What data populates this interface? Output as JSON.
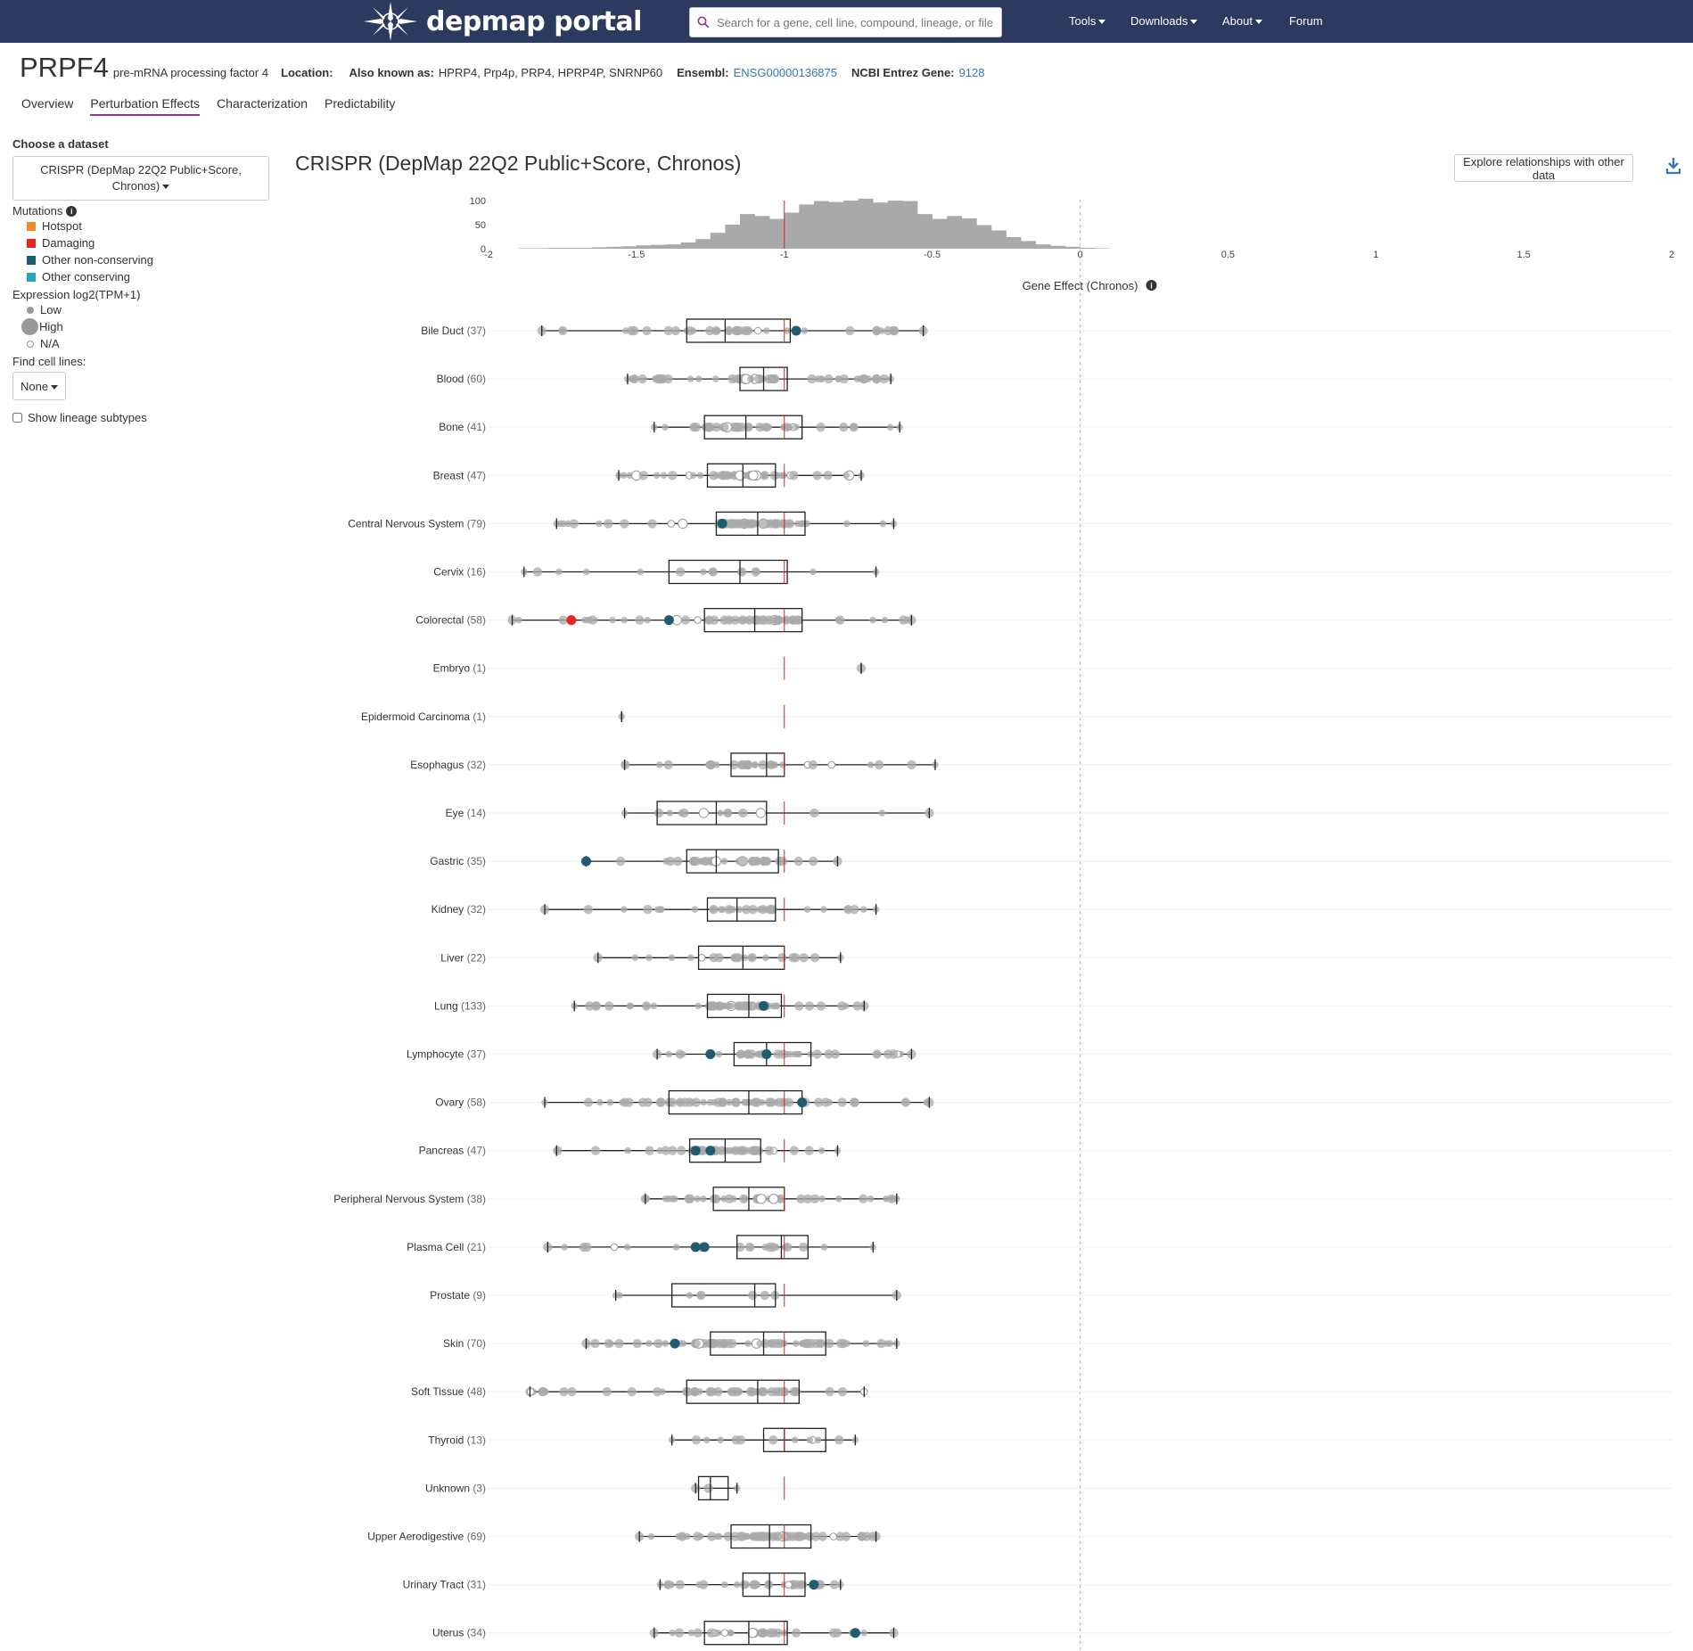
{
  "nav": {
    "brand": "depmap portal",
    "search_placeholder": "Search for a gene, cell line, compound, lineage, or file",
    "links": [
      "Tools",
      "Downloads",
      "About",
      "Forum"
    ]
  },
  "gene": {
    "symbol": "PRPF4",
    "full_name": "pre-mRNA processing factor 4",
    "location_label": "Location:",
    "aka_label": "Also known as:",
    "aka": "HPRP4, Prp4p, PRP4, HPRP4P, SNRNP60",
    "ensembl_label": "Ensembl:",
    "ensembl": "ENSG00000136875",
    "entrez_label": "NCBI Entrez Gene:",
    "entrez": "9128"
  },
  "tabs": [
    "Overview",
    "Perturbation Effects",
    "Characterization",
    "Predictability"
  ],
  "sidebar": {
    "choose_dataset": "Choose a dataset",
    "dataset": "CRISPR (DepMap 22Q2 Public+Score, Chronos)",
    "mutations_label": "Mutations",
    "mutations": [
      {
        "label": "Hotspot",
        "color": "#f08a24"
      },
      {
        "label": "Damaging",
        "color": "#e8251e"
      },
      {
        "label": "Other non-conserving",
        "color": "#1f5c70"
      },
      {
        "label": "Other conserving",
        "color": "#29a7b8"
      }
    ],
    "expression_label": "Expression log2(TPM+1)",
    "expression": [
      "Low",
      "High",
      "N/A"
    ],
    "find_cell_lines": "Find cell lines:",
    "find_value": "None",
    "show_subtypes": "Show lineage subtypes"
  },
  "main": {
    "title": "CRISPR (DepMap 22Q2 Public+Score, Chronos)",
    "explore_button": "Explore relationships with other data"
  },
  "chart_data": {
    "type": "box",
    "xlabel": "Gene Effect (Chronos)",
    "xlim": [
      -2,
      2
    ],
    "xticks": [
      "-2",
      "-1.5",
      "-1",
      "-0.5",
      "0",
      "0.5",
      "1",
      "1.5",
      "2"
    ],
    "reference_line": -1,
    "histogram": {
      "yticks": [
        "0",
        "50",
        "100"
      ],
      "bin_width": 0.05,
      "bin_start": -1.9,
      "counts": [
        1,
        1,
        2,
        2,
        2,
        3,
        4,
        5,
        7,
        8,
        9,
        13,
        20,
        33,
        50,
        72,
        68,
        62,
        75,
        92,
        99,
        97,
        100,
        104,
        96,
        100,
        99,
        72,
        62,
        68,
        63,
        49,
        38,
        24,
        16,
        9,
        6,
        4,
        2,
        1
      ]
    },
    "categories": [
      {
        "name": "Bile Duct",
        "n": "(37)",
        "box": [
          -1.82,
          -1.33,
          -1.2,
          -0.98,
          -0.53
        ],
        "mut": [
          {
            "x": -0.96,
            "c": "#1f5c70"
          }
        ]
      },
      {
        "name": "Blood",
        "n": "(60)",
        "box": [
          -1.53,
          -1.15,
          -1.07,
          -0.99,
          -0.64
        ],
        "mut": []
      },
      {
        "name": "Bone",
        "n": "(41)",
        "box": [
          -1.44,
          -1.27,
          -1.13,
          -0.94,
          -0.61
        ],
        "mut": []
      },
      {
        "name": "Breast",
        "n": "(47)",
        "box": [
          -1.56,
          -1.26,
          -1.14,
          -1.03,
          -0.74
        ],
        "mut": []
      },
      {
        "name": "Central Nervous System",
        "n": "(79)",
        "box": [
          -1.77,
          -1.23,
          -1.09,
          -0.93,
          -0.63
        ],
        "mut": [
          {
            "x": -1.21,
            "c": "#1f5c70"
          }
        ]
      },
      {
        "name": "Cervix",
        "n": "(16)",
        "box": [
          -1.88,
          -1.39,
          -1.15,
          -0.99,
          -0.69
        ],
        "mut": []
      },
      {
        "name": "Colorectal",
        "n": "(58)",
        "box": [
          -1.92,
          -1.27,
          -1.1,
          -0.94,
          -0.57
        ],
        "mut": [
          {
            "x": -1.72,
            "c": "#e8251e"
          },
          {
            "x": -1.39,
            "c": "#1f5c70"
          }
        ]
      },
      {
        "name": "Embryo",
        "n": "(1)",
        "box": [
          -0.74,
          -0.74,
          -0.74,
          -0.74,
          -0.74
        ],
        "mut": []
      },
      {
        "name": "Epidermoid Carcinoma",
        "n": "(1)",
        "box": [
          -1.55,
          -1.55,
          -1.55,
          -1.55,
          -1.55
        ],
        "mut": []
      },
      {
        "name": "Esophagus",
        "n": "(32)",
        "box": [
          -1.54,
          -1.18,
          -1.06,
          -1.0,
          -0.49
        ],
        "mut": []
      },
      {
        "name": "Eye",
        "n": "(14)",
        "box": [
          -1.54,
          -1.43,
          -1.23,
          -1.06,
          -0.51
        ],
        "mut": []
      },
      {
        "name": "Gastric",
        "n": "(35)",
        "box": [
          -1.67,
          -1.33,
          -1.23,
          -1.02,
          -0.82
        ],
        "mut": [
          {
            "x": -1.67,
            "c": "#1f5c70"
          }
        ]
      },
      {
        "name": "Kidney",
        "n": "(32)",
        "box": [
          -1.81,
          -1.26,
          -1.16,
          -1.03,
          -0.69
        ],
        "mut": []
      },
      {
        "name": "Liver",
        "n": "(22)",
        "box": [
          -1.63,
          -1.29,
          -1.14,
          -1.0,
          -0.81
        ],
        "mut": []
      },
      {
        "name": "Lung",
        "n": "(133)",
        "box": [
          -1.71,
          -1.26,
          -1.12,
          -1.01,
          -0.73
        ],
        "mut": [
          {
            "x": -1.07,
            "c": "#1f5c70"
          }
        ]
      },
      {
        "name": "Lymphocyte",
        "n": "(37)",
        "box": [
          -1.43,
          -1.17,
          -1.06,
          -0.91,
          -0.57
        ],
        "mut": [
          {
            "x": -1.25,
            "c": "#1f5c70"
          },
          {
            "x": -1.06,
            "c": "#1f5c70"
          }
        ]
      },
      {
        "name": "Ovary",
        "n": "(58)",
        "box": [
          -1.81,
          -1.39,
          -1.12,
          -0.94,
          -0.51
        ],
        "mut": [
          {
            "x": -0.94,
            "c": "#1f5c70"
          }
        ]
      },
      {
        "name": "Pancreas",
        "n": "(47)",
        "box": [
          -1.77,
          -1.32,
          -1.2,
          -1.08,
          -0.82
        ],
        "mut": [
          {
            "x": -1.3,
            "c": "#1f5c70"
          },
          {
            "x": -1.25,
            "c": "#1f5c70"
          }
        ]
      },
      {
        "name": "Peripheral Nervous System",
        "n": "(38)",
        "box": [
          -1.47,
          -1.24,
          -1.12,
          -1.0,
          -0.62
        ],
        "mut": []
      },
      {
        "name": "Plasma Cell",
        "n": "(21)",
        "box": [
          -1.8,
          -1.16,
          -1.01,
          -0.92,
          -0.7
        ],
        "mut": [
          {
            "x": -1.3,
            "c": "#1f5c70"
          },
          {
            "x": -1.27,
            "c": "#1f5c70"
          }
        ]
      },
      {
        "name": "Prostate",
        "n": "(9)",
        "box": [
          -1.57,
          -1.38,
          -1.1,
          -1.03,
          -0.62
        ],
        "mut": []
      },
      {
        "name": "Skin",
        "n": "(70)",
        "box": [
          -1.67,
          -1.25,
          -1.07,
          -0.86,
          -0.62
        ],
        "mut": [
          {
            "x": -1.37,
            "c": "#1f5c70"
          }
        ]
      },
      {
        "name": "Soft Tissue",
        "n": "(48)",
        "box": [
          -1.86,
          -1.33,
          -1.09,
          -0.95,
          -0.73
        ],
        "mut": []
      },
      {
        "name": "Thyroid",
        "n": "(13)",
        "box": [
          -1.38,
          -1.07,
          -1.0,
          -0.86,
          -0.76
        ],
        "mut": []
      },
      {
        "name": "Unknown",
        "n": "(3)",
        "box": [
          -1.3,
          -1.29,
          -1.25,
          -1.19,
          -1.16
        ],
        "mut": []
      },
      {
        "name": "Upper Aerodigestive",
        "n": "(69)",
        "box": [
          -1.49,
          -1.18,
          -1.05,
          -0.91,
          -0.69
        ],
        "mut": []
      },
      {
        "name": "Urinary Tract",
        "n": "(31)",
        "box": [
          -1.42,
          -1.14,
          -1.05,
          -0.93,
          -0.81
        ],
        "mut": [
          {
            "x": -0.9,
            "c": "#1f5c70"
          }
        ]
      },
      {
        "name": "Uterus",
        "n": "(34)",
        "box": [
          -1.44,
          -1.27,
          -1.12,
          -0.99,
          -0.63
        ],
        "mut": [
          {
            "x": -0.76,
            "c": "#1f5c70"
          }
        ]
      }
    ]
  }
}
